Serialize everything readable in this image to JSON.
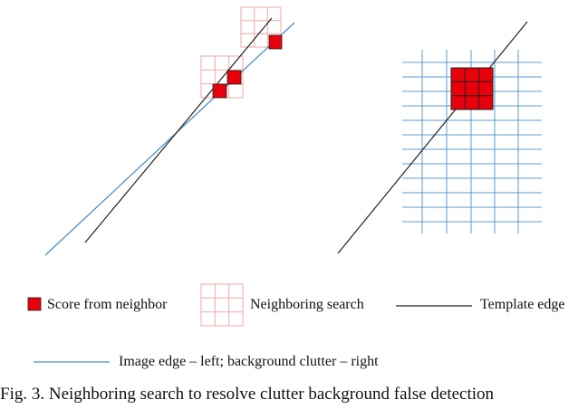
{
  "legend": {
    "score": "Score from neighbor",
    "search": "Neighboring search",
    "template": "Template edge",
    "image_edge": "Image edge – left; background clutter – right"
  },
  "caption": "Fig. 3. Neighboring search to resolve clutter background false detection",
  "colors": {
    "score_fill": "#e8000b",
    "search_grid": "#f2a7a7",
    "template_edge": "#222222",
    "image_edge": "#4a90c8",
    "clutter_grid": "#5a9ccc"
  }
}
